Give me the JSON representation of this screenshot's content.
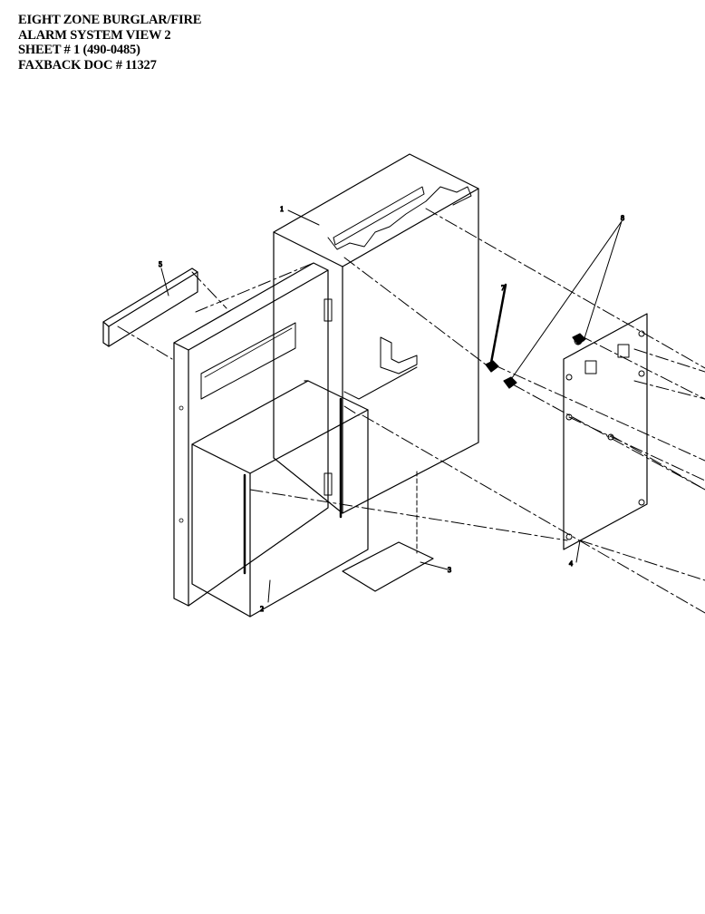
{
  "title": {
    "line1": "EIGHT ZONE BURGLAR/FIRE",
    "line2": "ALARM SYSTEM VIEW 2",
    "line3": "SHEET # 1  (490-0485)",
    "line4": "FAXBACK DOC # 11327"
  },
  "callouts": {
    "c1": "1",
    "c2": "2",
    "c3": "3",
    "c4": "4",
    "c5": "5",
    "c7": "7",
    "c8": "8"
  }
}
